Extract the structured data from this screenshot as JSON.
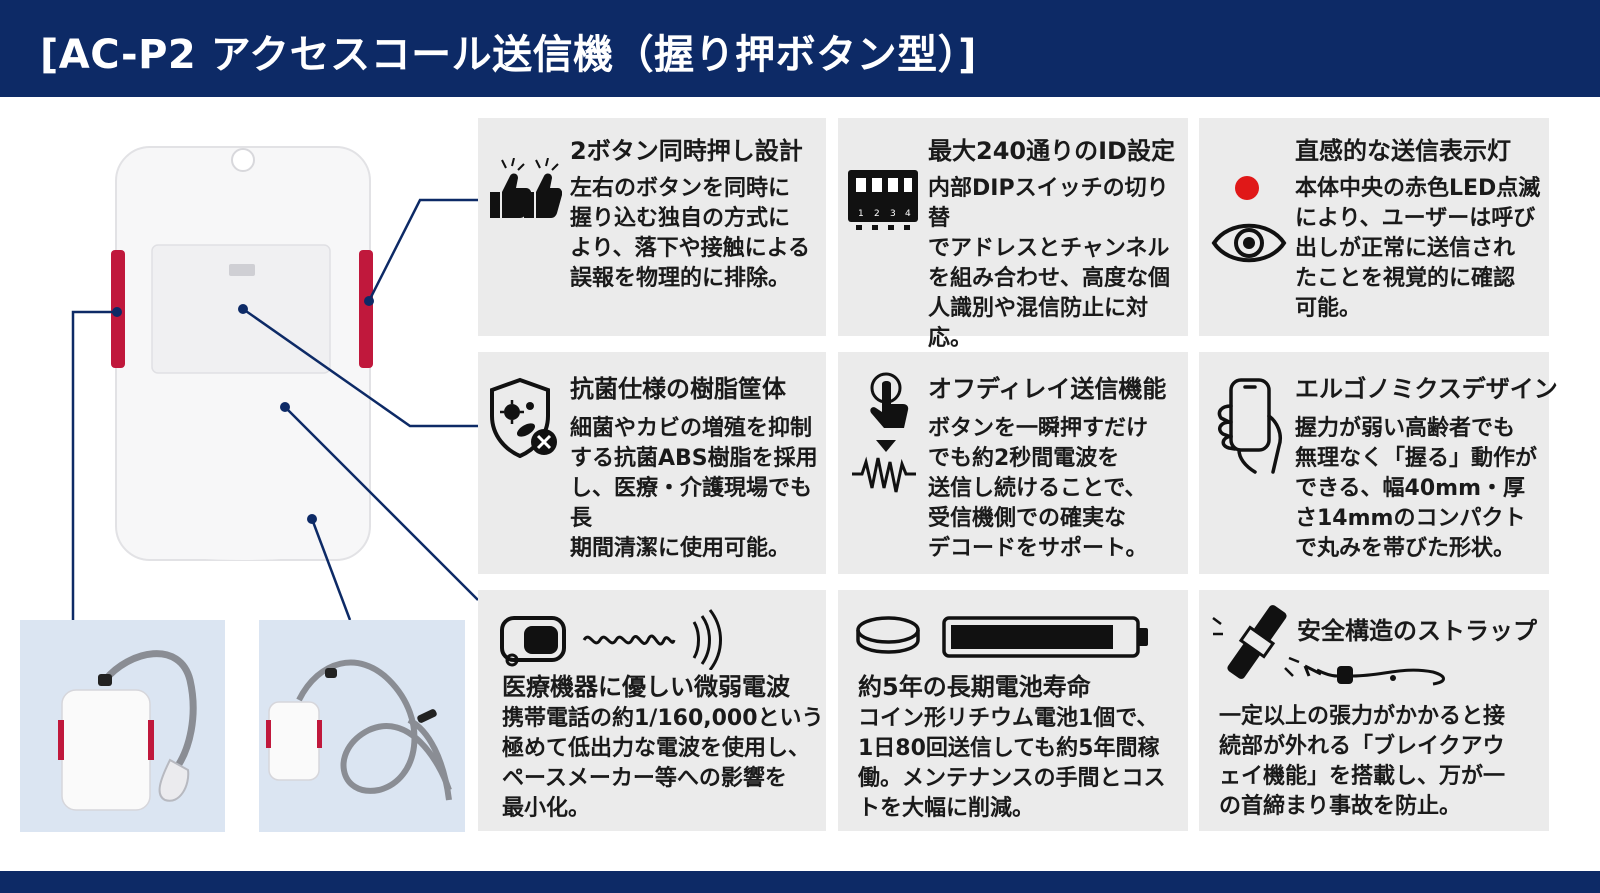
{
  "header": {
    "title": "[AC-P2 アクセスコール送信機（握り押ボタン型）]"
  },
  "features": [
    {
      "title": "2ボタン同時押し設計",
      "body": "左右のボタンを同時に\n握り込む独自の方式に\nより、落下や接触による\n誤報を物理的に排除。",
      "icon": "two-thumbs-up-icon"
    },
    {
      "title": "最大240通りのID設定",
      "body": "内部DIPスイッチの切り替\nでアドレスとチャンネル\nを組み合わせ、高度な個\n人識別や混信防止に対\n応。",
      "icon": "dip-switch-icon",
      "icon_text": [
        "1",
        "2",
        "3",
        "4"
      ]
    },
    {
      "title": "直感的な送信表示灯",
      "body": "本体中央の赤色LED点滅\nにより、ユーザーは呼び\n出しが正常に送信され\nたことを視覚的に確認\n可能。",
      "icon": "eye-icon",
      "led_color": "#e01818"
    },
    {
      "title": "抗菌仕様の樹脂筐体",
      "body": "細菌やカビの増殖を抑制\nする抗菌ABS樹脂を採用\nし、医療・介護現場でも長\n期間清潔に使用可能。",
      "icon": "antibacterial-shield-icon"
    },
    {
      "title": "オフディレイ送信機能",
      "body": "ボタンを一瞬押すだけ\nでも約2秒間電波を\n送信し続けることで、\n受信機側での確実な\nデコードをサポート。",
      "icon": "press-wave-icon"
    },
    {
      "title": "エルゴノミクスデザイン",
      "body": "握力が弱い高齢者でも\n無理なく「握る」動作が\nできる、幅40mm・厚\nさ14mmのコンパクト\nで丸みを帯びた形状。",
      "icon": "hand-grip-icon"
    },
    {
      "title": "医療機器に優しい微弱電波",
      "body": "携帯電話の約1/160,000という\n極めて低出力な電波を使用し、\nペースメーカー等への影響を\n最小化。",
      "icon": "pacemaker-wave-icon"
    },
    {
      "title": "約5年の長期電池寿命",
      "body": "コイン形リチウム電池1個で、\n1日80回送信しても約5年間稼\n働。メンテナンスの手間とコス\nトを大幅に削減。",
      "icon": "battery-icon",
      "battery_level": 0.9
    },
    {
      "title": "安全構造のストラップ",
      "body": "一定以上の張力がかかると接\n続部が外れる「ブレイクアウ\nェイ機能」を搭載し、万が一\nの首締まり事故を防止。",
      "icon": "breakaway-strap-icon"
    }
  ],
  "colors": {
    "header_bg": "#0d2a66",
    "card_bg": "#ebebeb",
    "side_button": "#c0183c",
    "led": "#e01818",
    "thumb_bg": "#dbe5f2",
    "line": "#0d2a66"
  }
}
